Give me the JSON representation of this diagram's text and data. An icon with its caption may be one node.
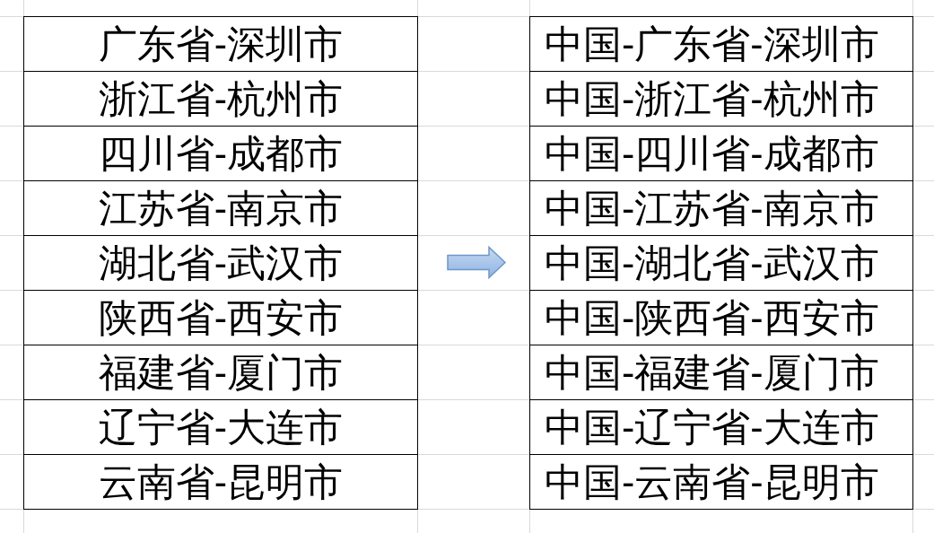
{
  "diagram": {
    "nodes": [
      {
        "text": [
          "广东省-深圳市",
          "浙江省-杭州市",
          "四川省-成都市",
          "江苏省-南京市",
          "湖北省-武汉市",
          "陕西省-西安市",
          "福建省-厦门市",
          "辽宁省-大连市",
          "云南省-昆明市"
        ]
      },
      {
        "text": [
          "中国-广东省-深圳市",
          "中国-浙江省-杭州市",
          "中国-四川省-成都市",
          "中国-江苏省-南京市",
          "中国-湖北省-武汉市",
          "中国-陕西省-西安市",
          "中国-福建省-厦门市",
          "中国-辽宁省-大连市",
          "中国-云南省-昆明市"
        ]
      }
    ],
    "edges": [
      {
        "from": 0,
        "to": 1,
        "arrow": "to"
      }
    ]
  }
}
